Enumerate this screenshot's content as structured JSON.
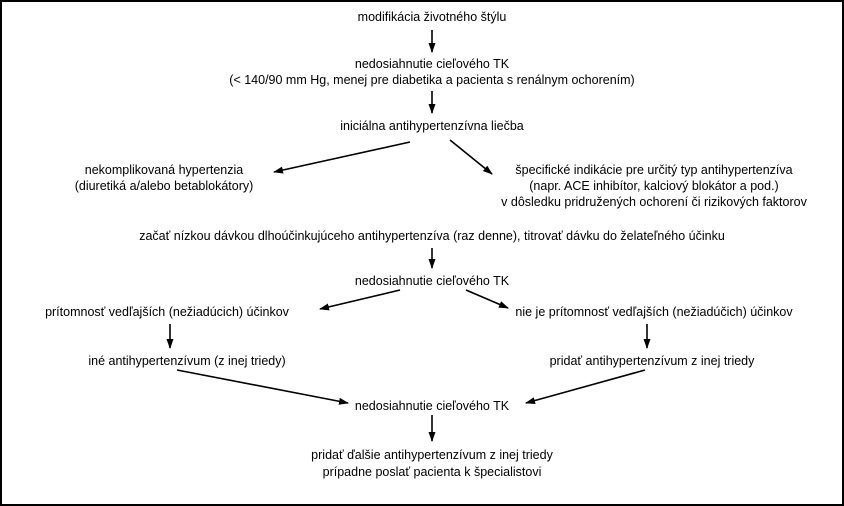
{
  "colors": {
    "background": "#ffffff",
    "text": "#000000",
    "line": "#000000",
    "frame": "#000000"
  },
  "flow": {
    "modification": "modifikácia životného štýlu",
    "target_not_reached_1": "nedosiahnutie cieľového TK",
    "target_detail": "(< 140/90 mm Hg, menej pre diabetika a pacienta s renálnym ochorením)",
    "initial_treatment": "iniciálna antihypertenzívna liečba",
    "uncomplicated_line1": "nekomplikovaná hypertenzia",
    "uncomplicated_line2": "(diuretiká a/alebo betablokátory)",
    "specific_line1": "špecifické indikácie pre určitý typ antihypertenzíva",
    "specific_line2": "(napr. ACE inhibítor, kalciový blokátor a pod.)",
    "specific_line3": "v dôsledku pridružených ochorení či rizikových faktorov",
    "start_low_dose": "začať nízkou dávkou dlhoúčinkujúceho antihypertenzíva (raz denne), titrovať dávku do želateľného účinku",
    "target_not_reached_2": "nedosiahnutie cieľového TK",
    "side_effects_present": "prítomnosť vedľajších (nežiadúcich) účinkov",
    "side_effects_absent": "nie je prítomnosť vedľajších (nežiadúčich) účinkov",
    "other_antihypertensive": "iné antihypertenzívum (z inej triedy)",
    "add_antihypertensive": "pridať antihypertenzívum z inej triedy",
    "target_not_reached_3": "nedosiahnutie cieľového TK",
    "final_line1": "pridať ďalšie antihypertenzívum z inej triedy",
    "final_line2": "prípadne poslať pacienta k špecialistovi"
  }
}
